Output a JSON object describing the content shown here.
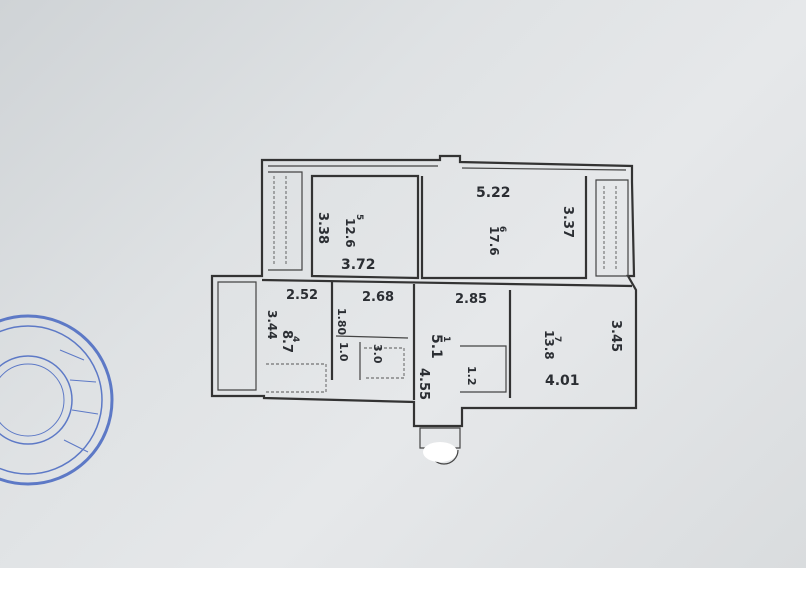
{
  "dimensions": {
    "top_width_right": "5.22",
    "left_room_width": "3.72",
    "left_room_height": "3.38",
    "right_room_height": "3.37",
    "kitchen_width": "2.52",
    "kitchen_height": "3.44",
    "bath_width": "2.68",
    "hall_width": "2.85",
    "corridor_length": "4.55",
    "bedroom_width": "4.01",
    "bedroom_height": "3.45",
    "wc_width": "1.80"
  },
  "areas": {
    "room_left": "12.6",
    "room_center": "17.6",
    "kitchen": "8.7",
    "wc": "1.0",
    "bath": "3.0",
    "hall": "5.1",
    "closet": "1.2",
    "bedroom": "13.8"
  },
  "room_numbers": {
    "room_left": "5",
    "room_center": "6",
    "kitchen": "4",
    "hall": "1",
    "bedroom": "7"
  },
  "colors": {
    "paper": "#dfe2e4",
    "ink": "#333333",
    "stamp": "#5d79c6"
  }
}
